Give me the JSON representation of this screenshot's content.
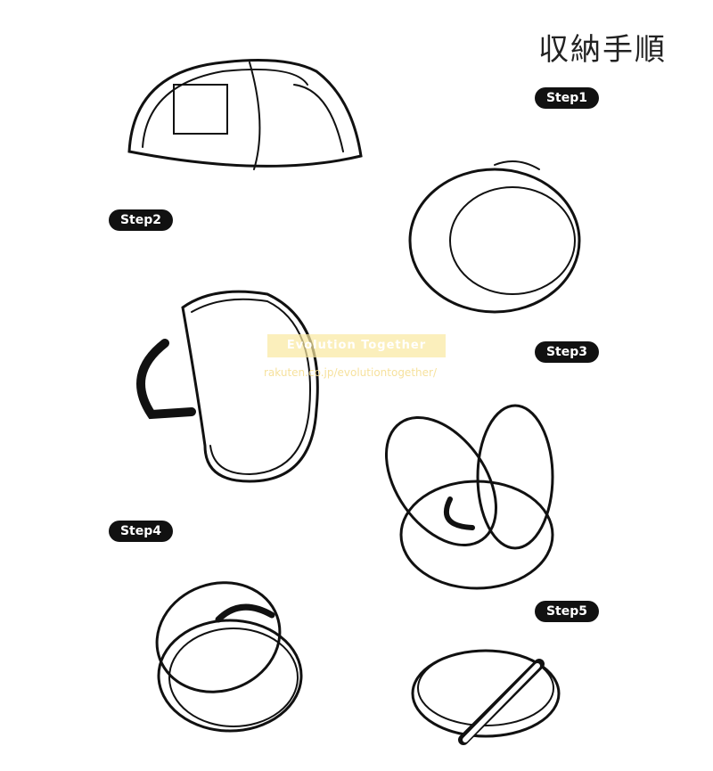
{
  "title": "収納手順",
  "steps": [
    "Step1",
    "Step2",
    "Step3",
    "Step4",
    "Step5"
  ],
  "watermark": {
    "brand": "Evolution Together",
    "url": "rakuten.co.jp/evolutiontogether/"
  }
}
